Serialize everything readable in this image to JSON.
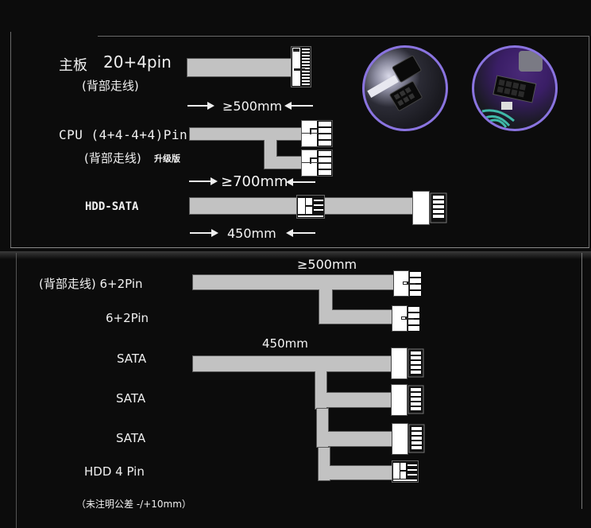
{
  "top_panel": {
    "motherboard": {
      "label": "主板",
      "pin": "20+4pin",
      "routing": "(背部走线)",
      "length": "≥500mm"
    },
    "cpu": {
      "label": "CPU (4+4-4+4)Pin",
      "routing": "(背部走线)",
      "edition": "升级版",
      "length": "≥700mm"
    },
    "hdd_sata": {
      "label": "HDD-SATA",
      "length": "450mm"
    },
    "photos": [
      {
        "name": "motherboard-connector-photo",
        "ring_color": "#8a74e0"
      },
      {
        "name": "cpu-connector-photo",
        "ring_color": "#8a74e0"
      }
    ]
  },
  "bottom_panel": {
    "pcie": {
      "length": "≥500mm",
      "connectors": [
        {
          "label": "(背部走线) 6+2Pin"
        },
        {
          "label": "6+2Pin"
        }
      ]
    },
    "sata_chain": {
      "length": "450mm",
      "connectors": [
        {
          "label": "SATA"
        },
        {
          "label": "SATA"
        },
        {
          "label": "SATA"
        },
        {
          "label": "HDD 4 Pin"
        }
      ]
    },
    "tolerance_note": "（未注明公差 -/+10mm）"
  },
  "colors": {
    "background": "#0c0c0c",
    "cable": "#c2c2c2",
    "connector": "#ffffff",
    "border": "#6a6a6a",
    "accent_ring": "#8a74e0"
  }
}
